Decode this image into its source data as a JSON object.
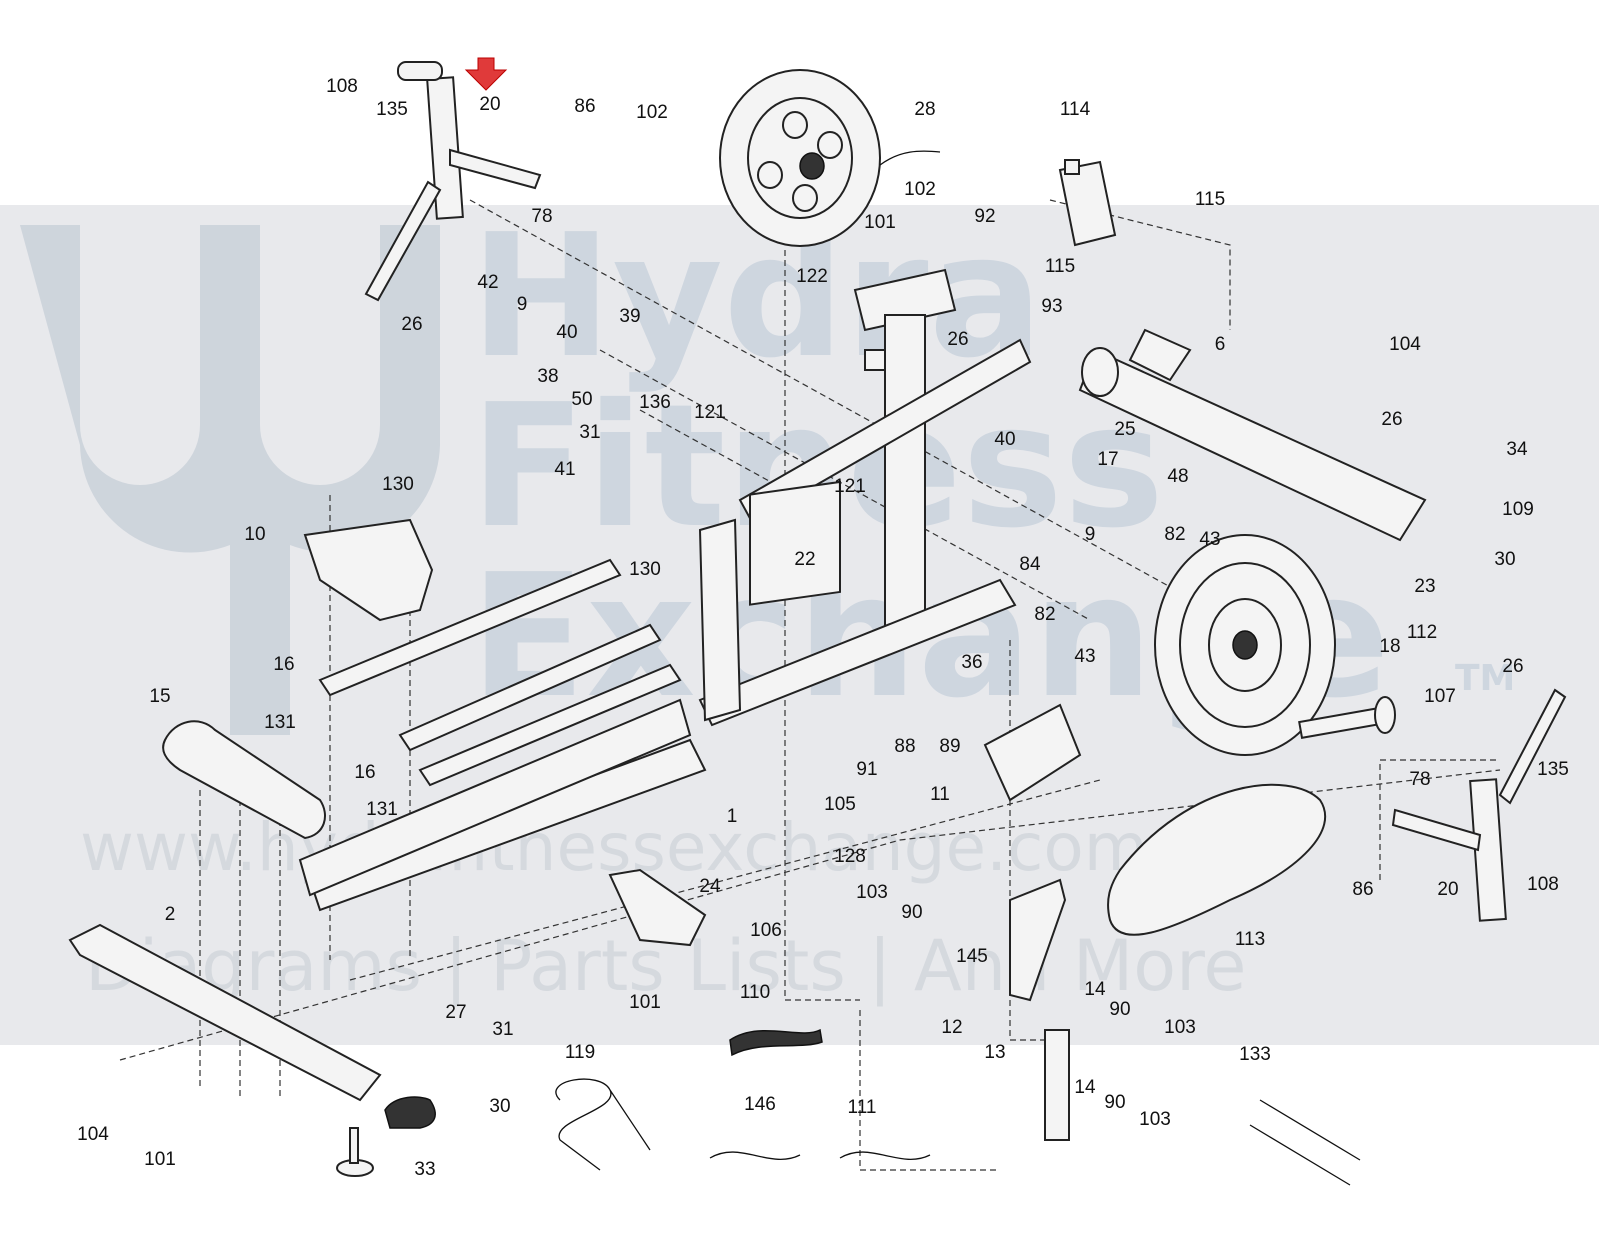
{
  "watermark": {
    "brand_line1": "Hydra",
    "brand_line2": "Fitness",
    "brand_line3": "Exchange",
    "trademark": "TM",
    "url": "www.hydrafitnessexchange.com",
    "tagline": "Diagrams | Parts Lists | And More"
  },
  "colors": {
    "marker": "#e03a3a",
    "line": "#222222",
    "watermark_band": "#dfe1e4"
  },
  "highlight_marker": {
    "icon": "red-down-arrow-icon",
    "points_to_label": "20"
  },
  "callouts": [
    "108",
    "135",
    "20",
    "86",
    "102",
    "28",
    "102",
    "114",
    "78",
    "115",
    "42",
    "9",
    "40",
    "101",
    "92",
    "115",
    "26",
    "122",
    "93",
    "39",
    "26",
    "104",
    "38",
    "6",
    "50",
    "136",
    "121",
    "25",
    "40",
    "31",
    "26",
    "34",
    "41",
    "17",
    "48",
    "130",
    "121",
    "109",
    "9",
    "10",
    "82",
    "43",
    "84",
    "130",
    "22",
    "30",
    "23",
    "82",
    "112",
    "43",
    "18",
    "36",
    "16",
    "26",
    "15",
    "131",
    "88",
    "89",
    "107",
    "91",
    "16",
    "131",
    "11",
    "78",
    "135",
    "1",
    "105",
    "128",
    "86",
    "108",
    "24",
    "103",
    "90",
    "20",
    "106",
    "113",
    "2",
    "145",
    "110",
    "27",
    "31",
    "101",
    "90",
    "14",
    "12",
    "103",
    "119",
    "13",
    "104",
    "30",
    "146",
    "111",
    "14",
    "90",
    "103",
    "133",
    "101",
    "33"
  ]
}
